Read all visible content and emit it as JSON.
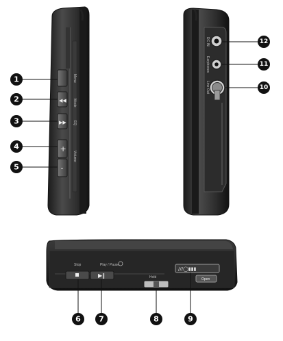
{
  "device_labels": {
    "stop": "Stop",
    "play_pause": "Play / Pause",
    "hold": "Hold",
    "open": "Open",
    "dc_in": "DC IN",
    "earphones": "Earphones",
    "line_out": "Line Out",
    "menu": "Menu",
    "mode": "Mode",
    "eq": "EQ",
    "volume": "Volume"
  },
  "callouts": [
    "1",
    "2",
    "3",
    "4",
    "5",
    "6",
    "7",
    "8",
    "9",
    "10",
    "11",
    "12"
  ],
  "colors": {
    "body": "#2b2b2b",
    "body_light": "#5a5a5a",
    "body_dark": "#141414",
    "callout": "#111111"
  }
}
